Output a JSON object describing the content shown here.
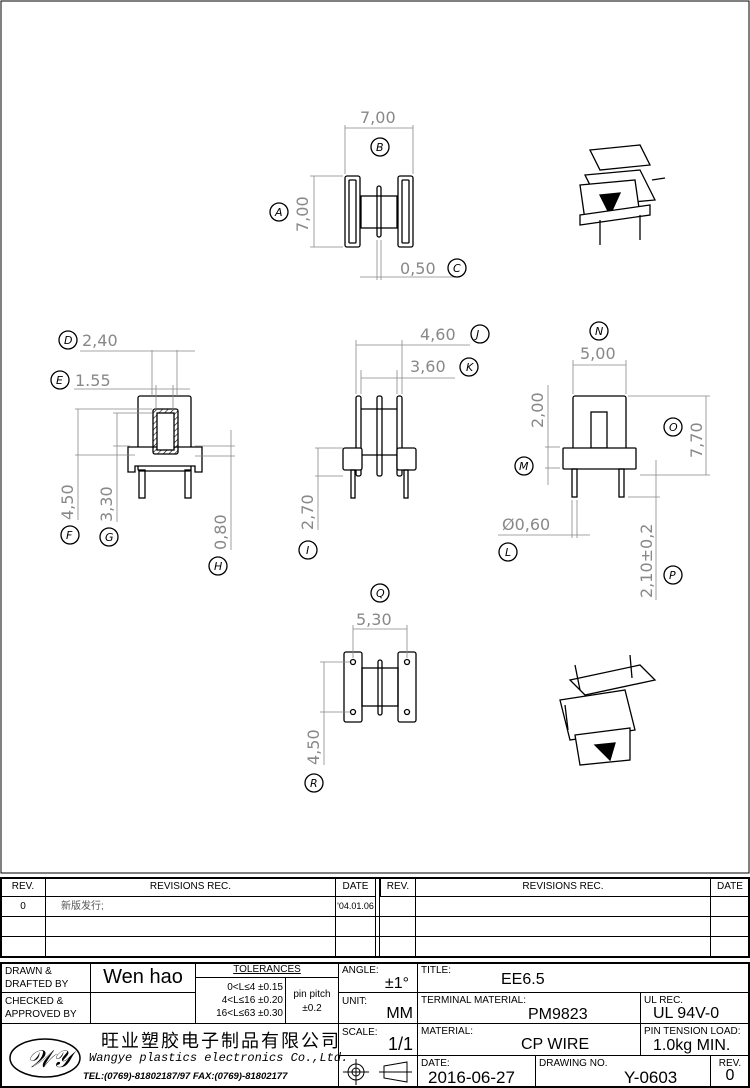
{
  "drawing": {
    "dims": {
      "b": "7,00",
      "a": "7,00",
      "c": "0,50",
      "d": "2,40",
      "e": "1.55",
      "f": "4,50",
      "g": "3,30",
      "h": "0,80",
      "j": "4,60",
      "k": "3,60",
      "i": "2,70",
      "n": "5,00",
      "two": "2,00",
      "o": "7,70",
      "l": "Ø0,60",
      "p": "2,10±0,2",
      "q": "5,30",
      "r": "4,50"
    },
    "labels": {
      "a": "A",
      "b": "B",
      "c": "C",
      "d": "D",
      "e": "E",
      "f": "F",
      "g": "G",
      "h": "H",
      "i": "I",
      "j": "J",
      "k": "K",
      "l": "L",
      "m": "M",
      "n": "N",
      "o": "O",
      "p": "P",
      "q": "Q",
      "r": "R"
    }
  },
  "revisions": {
    "headers": {
      "rev": "REV.",
      "rec": "REVISIONS   REC.",
      "date": "DATE"
    },
    "rows": [
      {
        "rev": "0",
        "rec": "新版发行;",
        "date": "'04.01.06"
      }
    ]
  },
  "title_block": {
    "drawn_label": "DRAWN &\nDRAFTED BY",
    "drawn_value": "Wen  hao",
    "checked_label": "CHECKED &\nAPPROVED BY",
    "tolerances_label": "TOLERANCES",
    "tolerances": [
      "0<L≤4   ±0.15",
      "4<L≤16  ±0.20",
      "16<L≤63  ±0.30"
    ],
    "pin_pitch_label": "pin  pitch",
    "pin_pitch_value": "±0.2",
    "angle_label": "ANGLE:",
    "angle_value": "±1°",
    "unit_label": "UNIT:",
    "unit_value": "MM",
    "scale_label": "SCALE:",
    "scale_value": "1/1",
    "company_cn": "旺业塑胶电子制品有限公司",
    "company_en": "Wangye plastics electronics Co.,Ltd.",
    "contact": "TEL:(0769)-81802187/97   FAX:(0769)-81802177",
    "logo_text": "WY",
    "title_label": "TITLE:",
    "title_value": "EE6.5",
    "terminal_label": "TERMINAL MATERIAL:",
    "terminal_value": "PM9823",
    "ul_label": "UL REC.",
    "ul_value": "UL  94V-0",
    "material_label": "MATERIAL:",
    "material_value": "CP  WIRE",
    "pin_tension_label": "PIN TENSION LOAD:",
    "pin_tension_value": "1.0kg  MIN.",
    "date_label": "DATE:",
    "date_value": "2016-06-27",
    "drawing_no_label": "DRAWING NO.",
    "drawing_no_value": "Y-0603",
    "rev_label": "REV.",
    "rev_value": "0"
  }
}
